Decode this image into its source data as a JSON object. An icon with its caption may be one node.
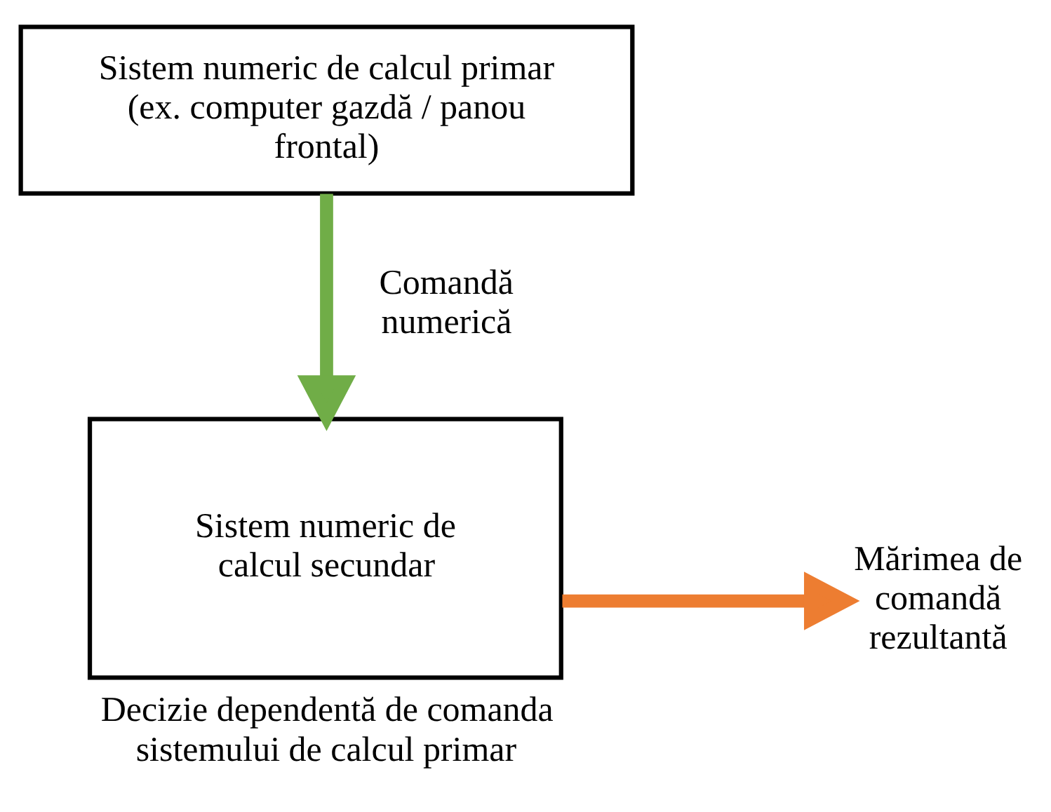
{
  "diagram": {
    "nodes": [
      {
        "text": [
          "Sistem numeric de calcul primar (ex. computer gazdă / panou frontal)"
        ]
      },
      {
        "text": [
          "Sistem numeric de calcul secundar"
        ],
        "beside": [
          "Decizie dependentă de comanda sistemului de calcul primar"
        ]
      },
      {
        "text": [
          "Mărimea de comandă rezultantă"
        ]
      }
    ],
    "edges": [
      {
        "from": 0,
        "to": 1,
        "arrow": "to",
        "label": "Comandă numerică",
        "color": "#70ad47"
      },
      {
        "from": 1,
        "to": 2,
        "arrow": "to",
        "color": "#ed7d31"
      }
    ]
  }
}
